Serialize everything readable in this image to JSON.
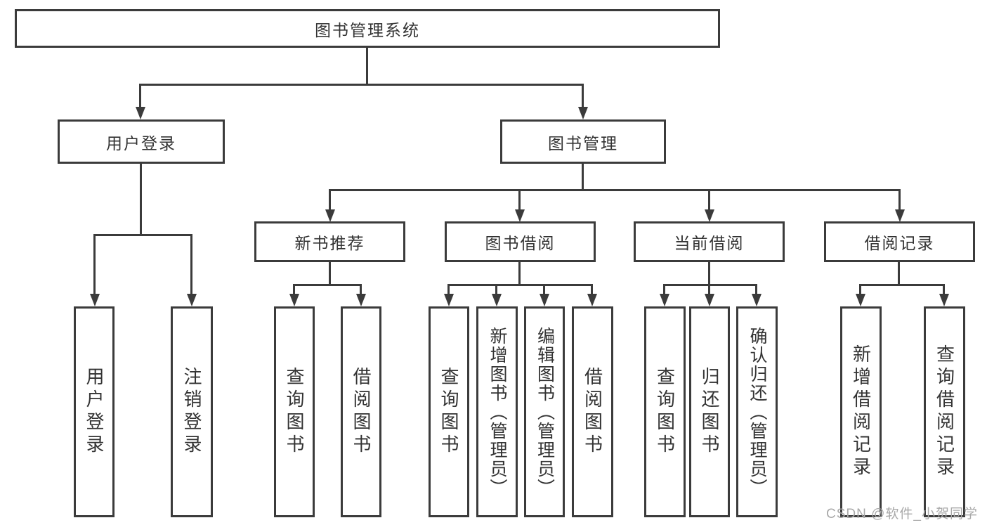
{
  "tree": {
    "root": {
      "label": "图书管理系统"
    },
    "children": [
      {
        "label": "用户登录",
        "children": [
          {
            "label": "用户登录"
          },
          {
            "label": "注销登录"
          }
        ]
      },
      {
        "label": "图书管理",
        "children": [
          {
            "label": "新书推荐",
            "children": [
              {
                "label": "查询图书"
              },
              {
                "label": "借阅图书"
              }
            ]
          },
          {
            "label": "图书借阅",
            "children": [
              {
                "label": "查询图书"
              },
              {
                "label": "新增图书（管理员）"
              },
              {
                "label": "编辑图书（管理员）"
              },
              {
                "label": "借阅图书"
              }
            ]
          },
          {
            "label": "当前借阅",
            "children": [
              {
                "label": "查询图书"
              },
              {
                "label": "归还图书"
              },
              {
                "label": "确认归还（管理员）"
              }
            ]
          },
          {
            "label": "借阅记录",
            "children": [
              {
                "label": "新增借阅记录"
              },
              {
                "label": "查询借阅记录"
              }
            ]
          }
        ]
      }
    ]
  },
  "watermark": "CSDN @软件_小贺同学",
  "colors": {
    "line": "#3b3b3b",
    "text": "#333333",
    "background": "#ffffff",
    "watermark": "#a9a9a9"
  }
}
